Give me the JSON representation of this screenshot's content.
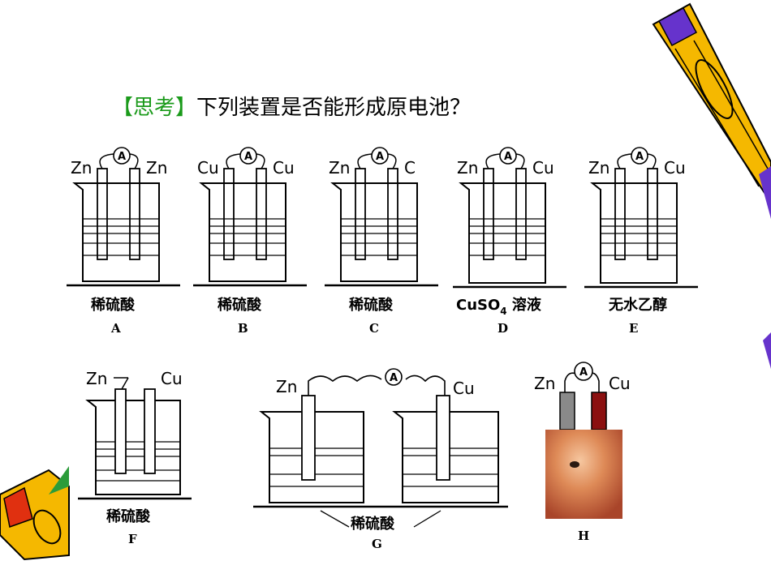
{
  "heading": {
    "bracket_open": "【",
    "keyword": "思考",
    "bracket_close": "】",
    "question": "下列装置是否能形成原电池？"
  },
  "ammeter_symbol": "A",
  "setups": [
    {
      "letter": "A",
      "left": "Zn",
      "right": "Zn",
      "solution": "稀硫酸"
    },
    {
      "letter": "B",
      "left": "Cu",
      "right": "Cu",
      "solution": "稀硫酸"
    },
    {
      "letter": "C",
      "left": "Zn",
      "right": "C",
      "solution": "稀硫酸"
    },
    {
      "letter": "D",
      "left": "Zn",
      "right": "Cu",
      "solution_main": "CuSO",
      "solution_sub": "4",
      "solution_tail": " 溶液"
    },
    {
      "letter": "E",
      "left": "Zn",
      "right": "Cu",
      "solution": "无水乙醇"
    },
    {
      "letter": "F",
      "left": "Zn",
      "right": "Cu",
      "solution": "稀硫酸"
    },
    {
      "letter": "G",
      "left": "Zn",
      "right": "Cu",
      "solution": "稀硫酸"
    },
    {
      "letter": "H",
      "left": "Zn",
      "right": "Cu"
    }
  ],
  "colors": {
    "heading_bracket": "#1a9a1a",
    "pencil_body": "#f5b800",
    "pencil_stripe": "#6633cc",
    "pencil_tip": "#e03010",
    "fruit": "#d87a4a",
    "zn_electrode": "#8a8a8a",
    "cu_electrode": "#8b1010"
  }
}
